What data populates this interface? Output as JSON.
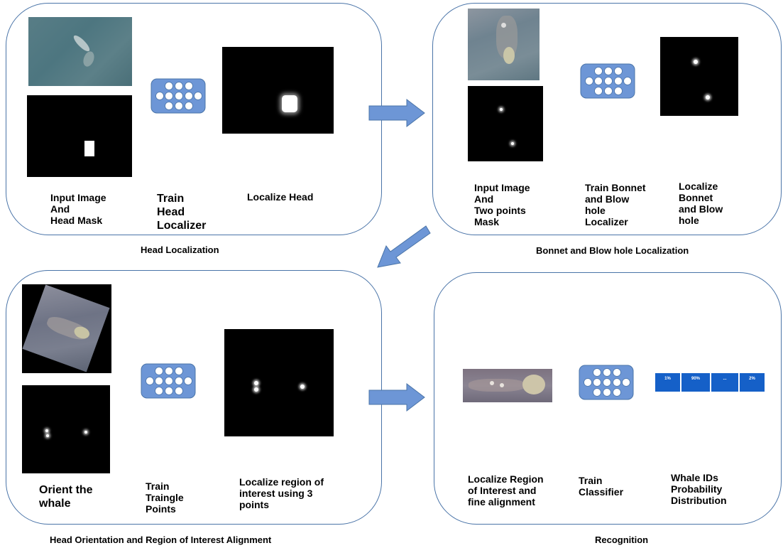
{
  "stage1": {
    "caption": "Head Localization",
    "input_label": "Input Image\nAnd\nHead Mask",
    "train_label": "Train\nHead\nLocalizer",
    "output_label": "Localize Head"
  },
  "stage2": {
    "caption": "Bonnet and Blow hole Localization",
    "input_label": "Input Image\nAnd\nTwo points\nMask",
    "train_label": "Train Bonnet\nand Blow\nhole\nLocalizer",
    "output_label": "Localize\nBonnet\nand Blow\nhole"
  },
  "stage3": {
    "caption": "Head Orientation and Region of Interest Alignment",
    "input_label": "Orient the\nwhale",
    "train_label": "Train\nTraingle\nPoints",
    "output_label": "Localize region of\ninterest using 3\npoints"
  },
  "stage4": {
    "caption": "Recognition",
    "input_label": "Localize Region\nof Interest and\nfine alignment",
    "train_label": "Train\nClassifier",
    "output_label": "Whale IDs\nProbability\nDistribution",
    "probabilities": [
      "1%",
      "90%",
      "...",
      "2%"
    ]
  },
  "icons": {
    "network": "neural-network-icon",
    "arrow": "right-arrow-icon"
  },
  "colors": {
    "panel_border": "#4a74a8",
    "network_fill": "#6d96d6",
    "arrow_fill": "#6d96d6",
    "prob_cell": "#1560c8"
  }
}
